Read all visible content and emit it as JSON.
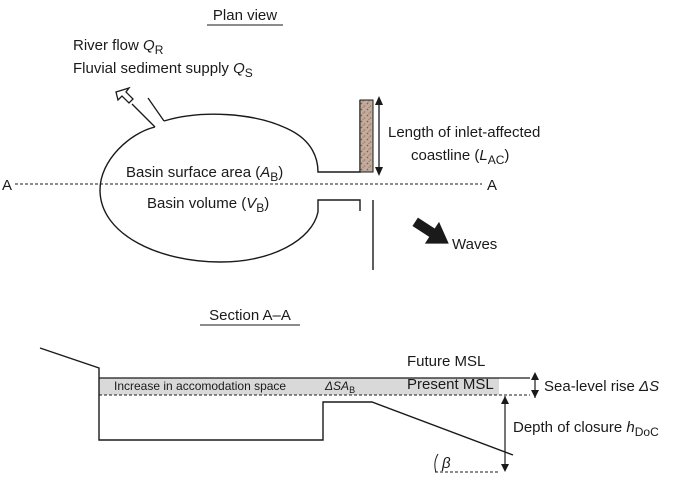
{
  "plan": {
    "title": "Plan view",
    "river_flow": "River flow",
    "river_flow_sym": "Q",
    "river_flow_sub": "R",
    "sediment": "Fluvial sediment supply",
    "sediment_sym": "Q",
    "sediment_sub": "S",
    "basin_area": "Basin surface area (",
    "basin_area_sym": "A",
    "basin_area_sub": "B",
    "basin_area_close": ")",
    "basin_volume": "Basin volume (",
    "basin_volume_sym": "V",
    "basin_volume_sub": "B",
    "basin_volume_close": ")",
    "coast_line1": "Length of inlet-affected",
    "coast_line2": "coastline (",
    "coast_sym": "L",
    "coast_sub": "AC",
    "coast_close": ")",
    "section_marker_left": "A",
    "section_marker_right": "A",
    "waves": "Waves"
  },
  "section": {
    "title": "Section A–A",
    "future_msl": "Future MSL",
    "present_msl": "Present MSL",
    "accommodation": "Increase in accomodation space",
    "delta_sa": "ΔSA",
    "delta_sa_sub": "B",
    "slr": "Sea-level rise",
    "slr_sym": "ΔS",
    "doc": "Depth of closure",
    "doc_sym": "h",
    "doc_sub": "DoC",
    "beta": "β"
  },
  "colors": {
    "line": "#1a1a1a",
    "shaded_band": "#d9d9d9",
    "coast_fill": "#b59a88"
  }
}
